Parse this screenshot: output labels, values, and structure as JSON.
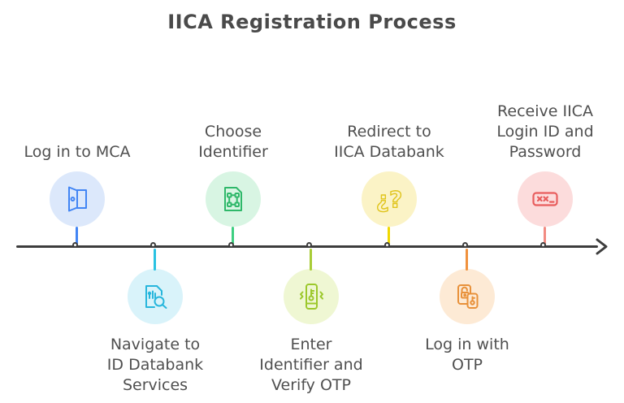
{
  "title": "IICA Registration Process",
  "colors": {
    "background": "#ffffff",
    "title_text": "#4a4a4a",
    "label_text": "#4f4f4f",
    "timeline": "#3d3d3d",
    "node_fill": "#ffffff"
  },
  "timeline": {
    "direction": "left-to-right",
    "node_count": 7,
    "arrow_end": "right"
  },
  "steps": [
    {
      "label": "Log in to MCA",
      "lines": [
        "Log in to MCA"
      ],
      "position": "above",
      "icon": "door-icon",
      "accent": "#4285f4",
      "bubble_bg": "#dce8fb"
    },
    {
      "label": "Navigate to ID Databank Services",
      "lines": [
        "Navigate to",
        "ID Databank",
        "Services"
      ],
      "position": "below",
      "icon": "document-search-icon",
      "accent": "#27b6dc",
      "bubble_bg": "#d9f3fa"
    },
    {
      "label": "Choose Identifier",
      "lines": [
        "Choose",
        "Identifier"
      ],
      "position": "above",
      "icon": "identifier-selection-icon",
      "accent": "#2fb86a",
      "bubble_bg": "#d8f5e3"
    },
    {
      "label": "Enter Identifier and Verify OTP",
      "lines": [
        "Enter",
        "Identifier and",
        "Verify OTP"
      ],
      "position": "below",
      "icon": "otp-phone-icon",
      "accent": "#9cc82c",
      "bubble_bg": "#eff7d3"
    },
    {
      "label": "Redirect to IICA Databank",
      "lines": [
        "Redirect to",
        "IICA Databank"
      ],
      "position": "above",
      "icon": "question-marks-icon",
      "accent": "#e0c41c",
      "bubble_bg": "#fbf3c6",
      "icon_glyph": "¿?"
    },
    {
      "label": "Log in with OTP",
      "lines": [
        "Log in with",
        "OTP"
      ],
      "position": "below",
      "icon": "devices-otp-icon",
      "accent": "#e8913a",
      "bubble_bg": "#fdead5"
    },
    {
      "label": "Receive IICA Login ID and Password",
      "lines": [
        "Receive IICA",
        "Login ID and",
        "Password"
      ],
      "position": "above",
      "icon": "password-field-icon",
      "accent": "#e85d5d",
      "bubble_bg": "#fcdcdc"
    }
  ]
}
